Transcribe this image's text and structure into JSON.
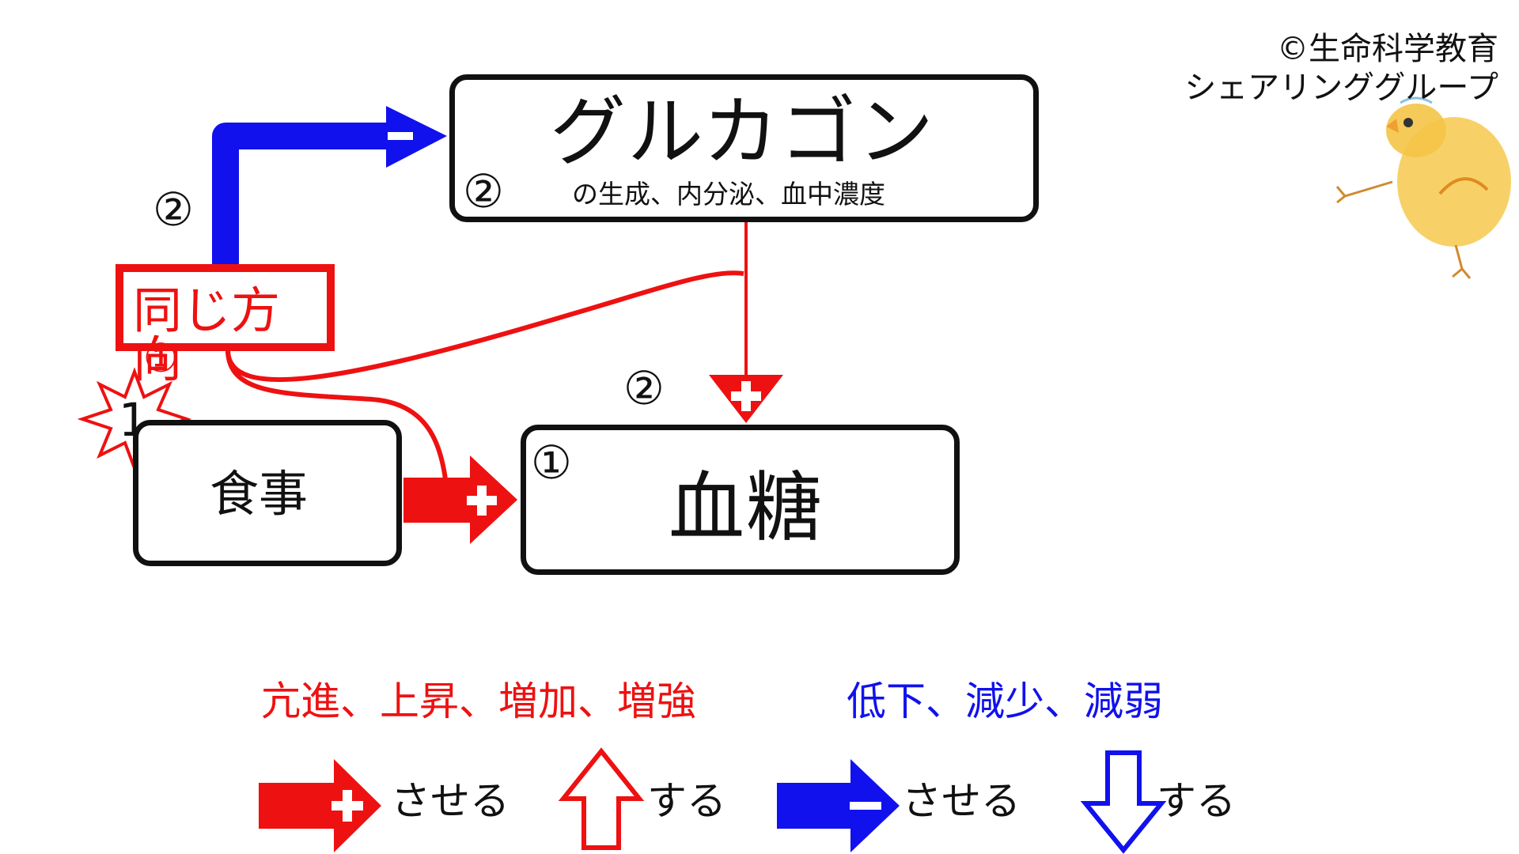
{
  "copyright": {
    "line1": "©生命科学教育",
    "line2": "シェアリンググループ"
  },
  "nodes": {
    "glucagon": {
      "title": "グルカゴン",
      "subtitle": "の生成、内分泌、血中濃度",
      "marker": "②"
    },
    "meal": {
      "title": "食事"
    },
    "blood_sugar": {
      "title": "血糖",
      "marker": "①"
    }
  },
  "annotations": {
    "same_direction": "同じ方向",
    "marker_1_red": "①",
    "marker_2_left": "②",
    "marker_2_top_of_blood": "②",
    "burst_number": "1"
  },
  "legend": {
    "increase_words": "亢進、上昇、増加、増強",
    "decrease_words": "低下、減少、減弱",
    "cause_increase": "させる",
    "self_increase": "する",
    "cause_decrease": "させる",
    "self_decrease": "する"
  },
  "colors": {
    "increase": "#ee1111",
    "decrease": "#1111ee",
    "text": "#111111"
  }
}
